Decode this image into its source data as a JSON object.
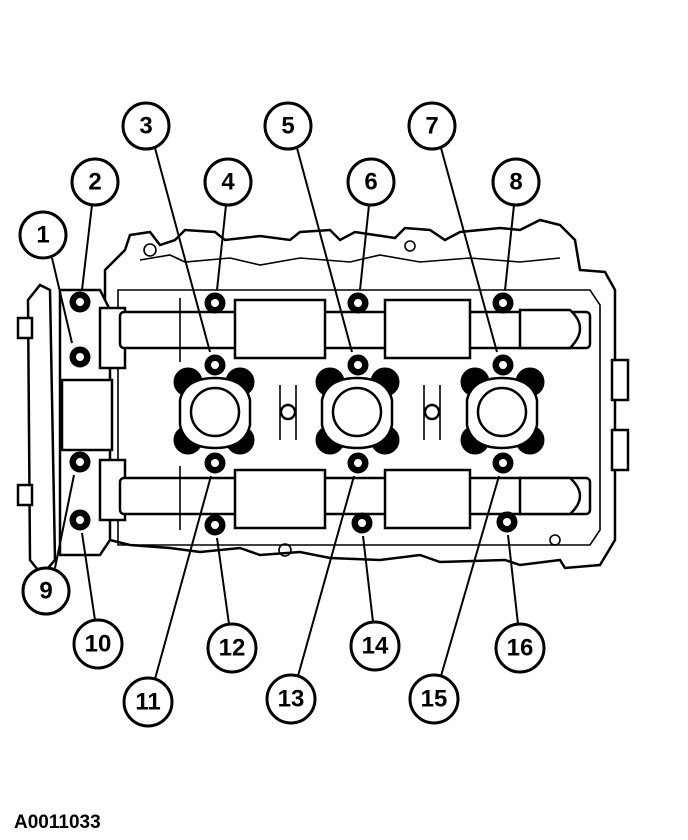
{
  "figure_code": "A0011033",
  "callouts": [
    {
      "label": "1",
      "bolt": "1"
    },
    {
      "label": "2",
      "bolt": "2"
    },
    {
      "label": "3",
      "bolt": "3"
    },
    {
      "label": "4",
      "bolt": "4"
    },
    {
      "label": "5",
      "bolt": "5"
    },
    {
      "label": "6",
      "bolt": "6"
    },
    {
      "label": "7",
      "bolt": "7"
    },
    {
      "label": "8",
      "bolt": "8"
    },
    {
      "label": "9",
      "bolt": "9"
    },
    {
      "label": "10",
      "bolt": "10"
    },
    {
      "label": "11",
      "bolt": "11"
    },
    {
      "label": "12",
      "bolt": "12"
    },
    {
      "label": "13",
      "bolt": "13"
    },
    {
      "label": "14",
      "bolt": "14"
    },
    {
      "label": "15",
      "bolt": "15"
    },
    {
      "label": "16",
      "bolt": "16"
    }
  ]
}
